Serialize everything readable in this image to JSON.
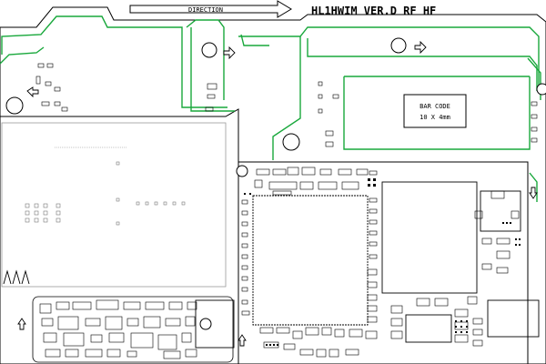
{
  "header": {
    "direction_label": "DIRECTION",
    "board_title": "HL1HWIM VER.D RF HF"
  },
  "barcode": {
    "line1": "BAR CODE",
    "line2": "10 X 4mm"
  },
  "colors": {
    "trace_green": "#19a83c",
    "outline": "#000000",
    "background": "#ffffff"
  },
  "icons": [
    "direction-arrow-icon",
    "keepout-arrow-icon"
  ]
}
